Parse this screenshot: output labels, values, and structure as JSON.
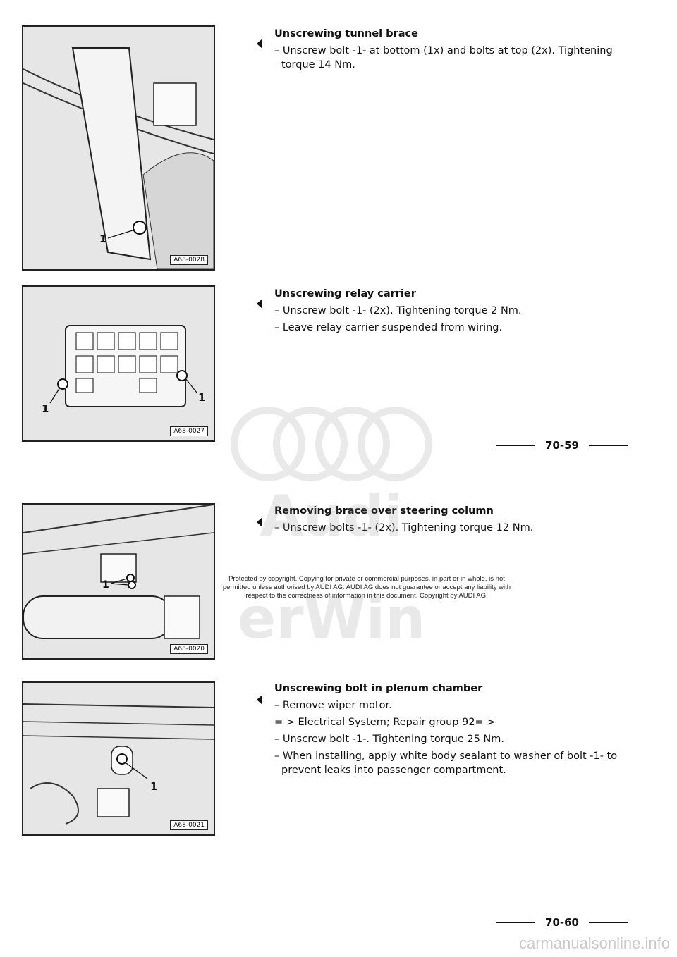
{
  "sections": [
    {
      "heading": "Unscrewing tunnel brace",
      "steps": [
        "– Unscrew bolt -1- at bottom (1x) and bolts at top (2x). Tighten­ing torque 14 Nm."
      ],
      "figure": {
        "code": "A68-0028",
        "callouts": [
          "1"
        ]
      }
    },
    {
      "heading": "Unscrewing relay carrier",
      "steps": [
        "– Unscrew bolt -1- (2x). Tightening torque 2 Nm.",
        "– Leave relay carrier suspended from wiring."
      ],
      "figure": {
        "code": "A68-0027",
        "callouts": [
          "1",
          "1"
        ]
      }
    },
    {
      "heading": "Removing brace over steering column",
      "steps": [
        "– Unscrew bolts -1- (2x). Tightening torque 12 Nm."
      ],
      "figure": {
        "code": "A68-0020",
        "callouts": [
          "1"
        ]
      }
    },
    {
      "heading": "Unscrewing bolt in plenum chamber",
      "steps": [
        "– Remove wiper motor.",
        "= > Electrical System; Repair group 92= >",
        "– Unscrew bolt -1-. Tightening torque 25 Nm.",
        "– When installing, apply white body sealant to washer of bolt -1- to prevent leaks into passenger compartment."
      ],
      "figure": {
        "code": "A68-0021",
        "callouts": [
          "1"
        ]
      }
    }
  ],
  "page_numbers": [
    "70-59",
    "70-60"
  ],
  "copyright_notice": "Protected by copyright. Copying for private or commercial purposes, in part or in whole, is not permitted unless authorised by AUDI AG. AUDI AG does not guarantee or accept any liability with respect to the correctness of information in this document. Copyright by AUDI AG.",
  "watermark": {
    "brand": "Audi",
    "product": "erWin"
  },
  "footer_site": "carmanualsonline.info"
}
